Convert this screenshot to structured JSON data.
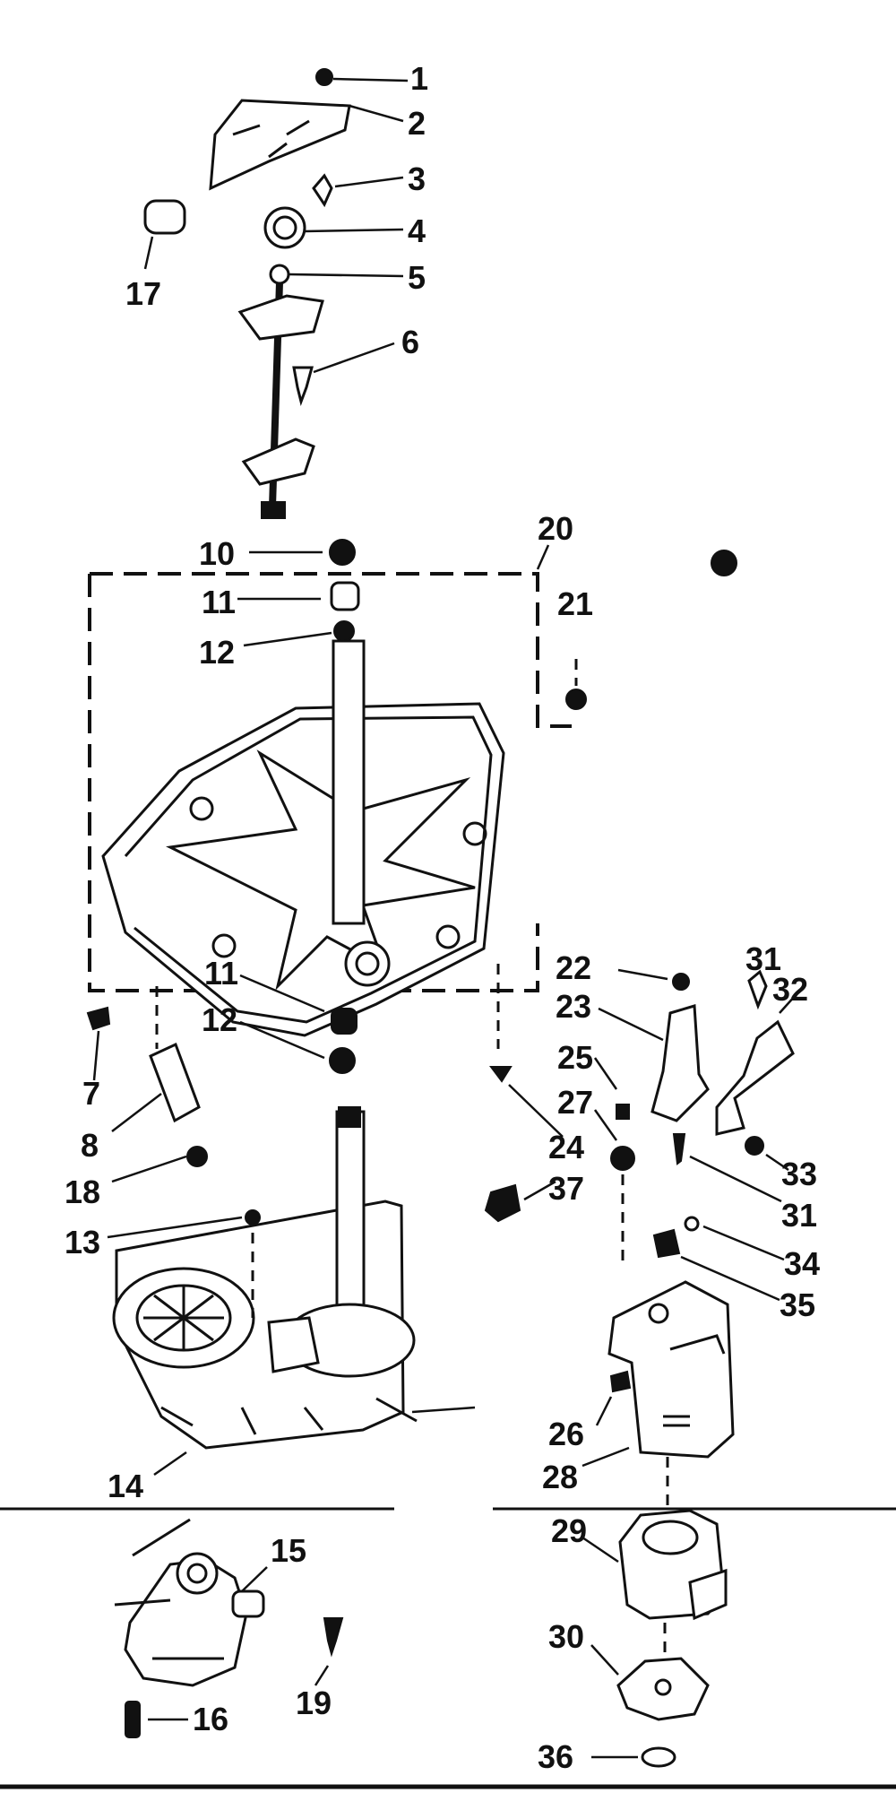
{
  "diagram": {
    "labels": {
      "p1": "1",
      "p2": "2",
      "p3": "3",
      "p4": "4",
      "p5": "5",
      "p6": "6",
      "p7": "7",
      "p8": "8",
      "p10": "10",
      "p11a": "11",
      "p11b": "11",
      "p12a": "12",
      "p12b": "12",
      "p13": "13",
      "p14": "14",
      "p15": "15",
      "p16": "16",
      "p17": "17",
      "p18": "18",
      "p19": "19",
      "p20": "20",
      "p21": "21",
      "p22": "22",
      "p23": "23",
      "p24": "24",
      "p25": "25",
      "p26": "26",
      "p27": "27",
      "p28": "28",
      "p29": "29",
      "p30": "30",
      "p31a": "31",
      "p31b": "31",
      "p32": "32",
      "p33": "33",
      "p34": "34",
      "p35": "35",
      "p36": "36",
      "p37": "37"
    }
  }
}
